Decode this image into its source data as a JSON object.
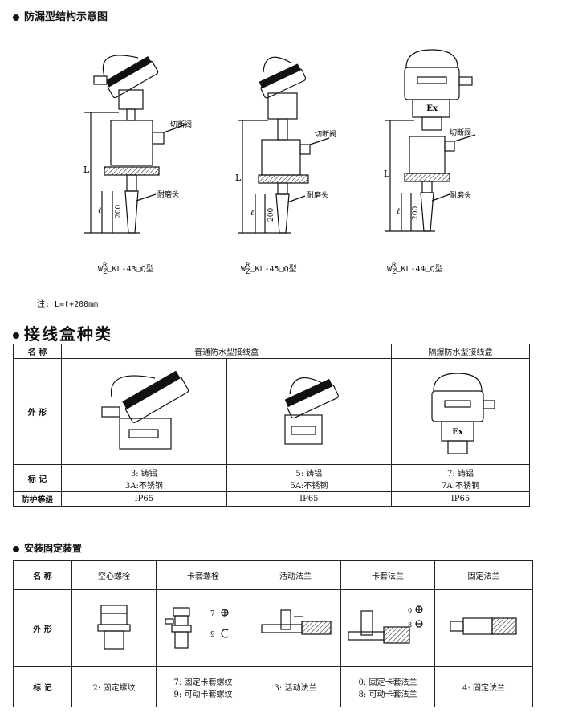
{
  "section1": {
    "title": "防漏型结构示意图",
    "diagrams": [
      {
        "model_prefix": "W",
        "model_sup": "R",
        "model_sub": "Z",
        "model_suffix": "□KL-43□Q型",
        "label_valve": "切断阀",
        "label_tip": "耐磨头",
        "dim_L": "L",
        "dim_l": "ℓ",
        "dim_200": "200"
      },
      {
        "model_prefix": "W",
        "model_sup": "R",
        "model_sub": "Z",
        "model_suffix": "□KL-45□Q型",
        "label_valve": "切断阀",
        "label_tip": "耐磨头",
        "dim_L": "L",
        "dim_l": "ℓ",
        "dim_200": "200"
      },
      {
        "model_prefix": "W",
        "model_sup": "R",
        "model_sub": "Z",
        "model_suffix": "□KL-44□Q型",
        "label_valve": "切断阀",
        "label_tip": "耐磨头",
        "dim_L": "L",
        "dim_l": "ℓ",
        "dim_200": "200",
        "box_mark": "Ex"
      }
    ],
    "note": "注: L=ℓ+200mm"
  },
  "section2": {
    "title": "接线盒种类",
    "row_name": "名  称",
    "col_normal": "普通防水型接线盒",
    "col_explosion": "隔爆防水型接线盒",
    "row_shape": "外  形",
    "row_mark": "标  记",
    "row_protect": "防护等级",
    "marks": [
      [
        "3: 铸铝",
        "3A:不锈钢"
      ],
      [
        "5: 铸铝",
        "5A:不锈钢"
      ],
      [
        "7: 铸铝",
        "7A:不锈钢"
      ]
    ],
    "protection": [
      "IP65",
      "IP65",
      "IP65"
    ],
    "ex_label": "Ex"
  },
  "section3": {
    "title": "安装固定装置",
    "row_name": "名  称",
    "row_shape": "外  形",
    "row_mark": "标  记",
    "columns": [
      "空心螺栓",
      "卡套螺栓",
      "活动法兰",
      "卡套法兰",
      "固定法兰"
    ],
    "marks": [
      [
        "2: 固定螺纹"
      ],
      [
        "7: 固定卡套螺纹",
        "9: 可动卡套螺纹"
      ],
      [
        "3: 活动法兰"
      ],
      [
        "0: 固定卡套法兰",
        "8: 可动卡套法兰"
      ],
      [
        "4: 固定法兰"
      ]
    ],
    "glyph_labels": [
      "7",
      "9",
      "0",
      "8"
    ]
  }
}
